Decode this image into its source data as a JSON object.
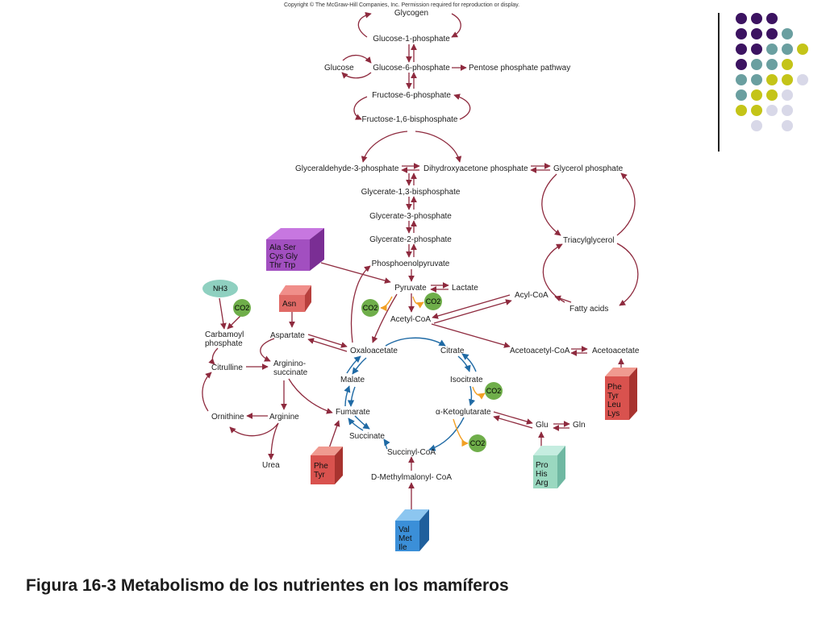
{
  "copyright": "Copyright © The McGraw-Hill Companies, Inc. Permission required for reproduction or display.",
  "caption": "Figura 16-3 Metabolismo de los nutrientes en los mamíferos",
  "colors": {
    "arrow_red": "#8e2a3e",
    "arrow_blue": "#1f6aa5",
    "arrow_orange": "#f2a024",
    "co2_fill": "#6fae4a",
    "nh3_fill": "#8fd0c0",
    "purple": "#3c1361",
    "teal": "#6a9fa0",
    "olive": "#c4c418",
    "lavender": "#d8d8e8",
    "box_purple": "#a24fc0",
    "box_red": "#d9524e",
    "box_blue": "#3b8fd8",
    "box_green": "#9ad8c0"
  },
  "metabolites": {
    "glycogen": "Glycogen",
    "g1p": "Glucose-1-phosphate",
    "glucose": "Glucose",
    "g6p": "Glucose-6-phosphate",
    "ppp": "Pentose phosphate pathway",
    "f6p": "Fructose-6-phosphate",
    "fbp": "Fructose-1,6-bisphosphate",
    "gap": "Glyceraldehyde-3-phosphate",
    "dhap": "Dihydroxyacetone phosphate",
    "glycerol_p": "Glycerol phosphate",
    "bpg": "Glycerate-1,3-bisphosphate",
    "pg3": "Glycerate-3-phosphate",
    "pg2": "Glycerate-2-phosphate",
    "tag": "Triacylglycerol",
    "pep": "Phosphoenolpyruvate",
    "pyruvate": "Pyruvate",
    "lactate": "Lactate",
    "acyl_coa": "Acyl-CoA",
    "fatty_acids": "Fatty acids",
    "acetyl_coa": "Acetyl-CoA",
    "carbamoyl": "Carbamoyl\nphosphate",
    "aspartate": "Aspartate",
    "oxaloacetate": "Oxaloacetate",
    "citrate": "Citrate",
    "acetoacetyl_coa": "Acetoacetyl-CoA",
    "acetoacetate": "Acetoacetate",
    "citrulline": "Citrulline",
    "argininosuccinate": "Arginino-\nsuccinate",
    "malate": "Malate",
    "isocitrate": "Isocitrate",
    "ornithine": "Ornithine",
    "arginine": "Arginine",
    "fumarate": "Fumarate",
    "akg": "α-Ketoglutarate",
    "glu": "Glu",
    "gln": "Gln",
    "succinate": "Succinate",
    "succinyl_coa": "Succinyl-CoA",
    "urea": "Urea",
    "methylmalonyl": "D-Methylmalonyl- CoA",
    "nh3": "NH3",
    "co2": "CO2"
  },
  "boxes": {
    "ala_group": "Ala   Ser\nCys   Gly\nThr    Trp",
    "asn": "Asn",
    "phe_tyr_leu_lys": "Phe\nTyr\nLeu\nLys",
    "phe_tyr": "Phe\nTyr",
    "pro_his_arg": "Pro\nHis\nArg",
    "val_met_ile": "Val\nMet\nIle"
  }
}
